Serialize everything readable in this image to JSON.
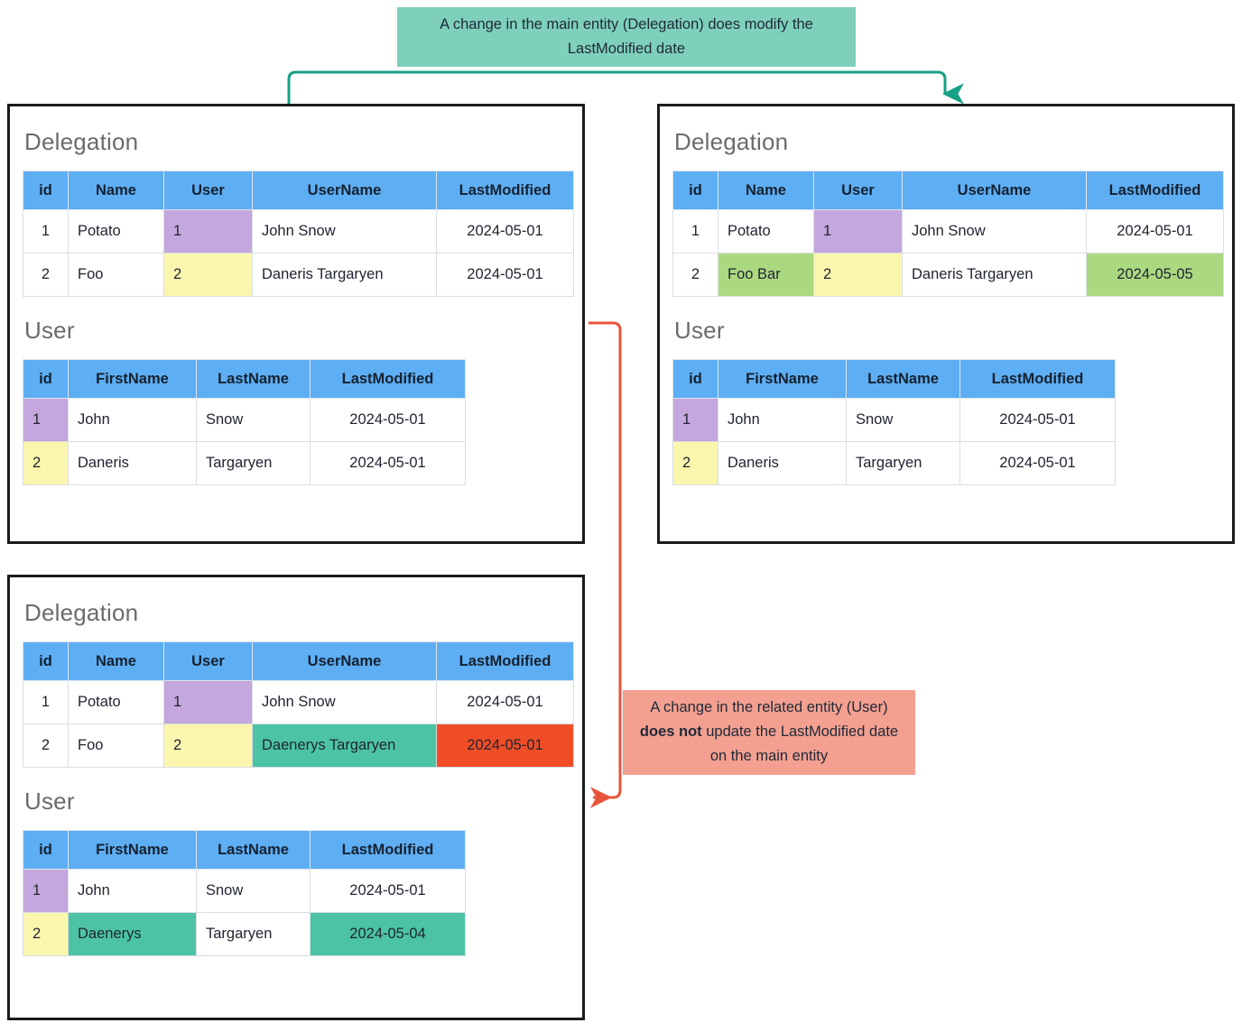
{
  "annotations": {
    "green_note_line1": "A change in the main entity (Delegation) does modify the",
    "green_note_line2": "LastModified date",
    "green_note_color": "#7ed0bb",
    "red_note_line1": "A change in the related entity (User)",
    "red_note_bold": "does not",
    "red_note_line2_rest": " update the LastModified",
    "red_note_line3": "date on the main entity",
    "red_note_color": "#f3a091"
  },
  "colors": {
    "header_blue": "#5eaef4",
    "purple": "#c4a7dc",
    "yellow": "#fbf6ae",
    "light_green": "#abd980",
    "teal": "#4cc4a3",
    "red": "#ef4d26",
    "arrow_green": "#16a085",
    "arrow_red": "#e8543a",
    "box_border": "#1b1b1b",
    "title_gray": "#6b6b6b"
  },
  "boxes": {
    "before": {
      "delegation": {
        "title": "Delegation",
        "headers": [
          "id",
          "Name",
          "User",
          "UserName",
          "LastModified"
        ],
        "rows": [
          [
            {
              "v": "1",
              "fill": "none",
              "align": "c"
            },
            {
              "v": "Potato",
              "fill": "none",
              "align": "l"
            },
            {
              "v": "1",
              "fill": "purple",
              "align": "l"
            },
            {
              "v": "John Snow",
              "fill": "none",
              "align": "l"
            },
            {
              "v": "2024-05-01",
              "fill": "none",
              "align": "c"
            }
          ],
          [
            {
              "v": "2",
              "fill": "none",
              "align": "c"
            },
            {
              "v": "Foo",
              "fill": "none",
              "align": "l"
            },
            {
              "v": "2",
              "fill": "yellow",
              "align": "l"
            },
            {
              "v": "Daneris Targaryen",
              "fill": "none",
              "align": "l"
            },
            {
              "v": "2024-05-01",
              "fill": "none",
              "align": "c"
            }
          ]
        ]
      },
      "user": {
        "title": "User",
        "headers": [
          "id",
          "FirstName",
          "LastName",
          "LastModified"
        ],
        "rows": [
          [
            {
              "v": "1",
              "fill": "purple",
              "align": "l"
            },
            {
              "v": "John",
              "fill": "none",
              "align": "l"
            },
            {
              "v": "Snow",
              "fill": "none",
              "align": "l"
            },
            {
              "v": "2024-05-01",
              "fill": "none",
              "align": "c"
            }
          ],
          [
            {
              "v": "2",
              "fill": "yellow",
              "align": "l"
            },
            {
              "v": "Daneris",
              "fill": "none",
              "align": "l"
            },
            {
              "v": "Targaryen",
              "fill": "none",
              "align": "l"
            },
            {
              "v": "2024-05-01",
              "fill": "none",
              "align": "c"
            }
          ]
        ]
      }
    },
    "after": {
      "delegation": {
        "title": "Delegation",
        "headers": [
          "id",
          "Name",
          "User",
          "UserName",
          "LastModified"
        ],
        "rows": [
          [
            {
              "v": "1",
              "fill": "none",
              "align": "c"
            },
            {
              "v": "Potato",
              "fill": "none",
              "align": "l"
            },
            {
              "v": "1",
              "fill": "purple",
              "align": "l"
            },
            {
              "v": "John Snow",
              "fill": "none",
              "align": "l"
            },
            {
              "v": "2024-05-01",
              "fill": "none",
              "align": "c"
            }
          ],
          [
            {
              "v": "2",
              "fill": "none",
              "align": "c"
            },
            {
              "v": "Foo Bar",
              "fill": "green",
              "align": "l"
            },
            {
              "v": "2",
              "fill": "yellow",
              "align": "l"
            },
            {
              "v": "Daneris Targaryen",
              "fill": "none",
              "align": "l"
            },
            {
              "v": "2024-05-05",
              "fill": "green",
              "align": "c"
            }
          ]
        ]
      },
      "user": {
        "title": "User",
        "headers": [
          "id",
          "FirstName",
          "LastName",
          "LastModified"
        ],
        "rows": [
          [
            {
              "v": "1",
              "fill": "purple",
              "align": "l"
            },
            {
              "v": "John",
              "fill": "none",
              "align": "l"
            },
            {
              "v": "Snow",
              "fill": "none",
              "align": "l"
            },
            {
              "v": "2024-05-01",
              "fill": "none",
              "align": "c"
            }
          ],
          [
            {
              "v": "2",
              "fill": "yellow",
              "align": "l"
            },
            {
              "v": "Daneris",
              "fill": "none",
              "align": "l"
            },
            {
              "v": "Targaryen",
              "fill": "none",
              "align": "l"
            },
            {
              "v": "2024-05-01",
              "fill": "none",
              "align": "c"
            }
          ]
        ]
      }
    },
    "related": {
      "delegation": {
        "title": "Delegation",
        "headers": [
          "id",
          "Name",
          "User",
          "UserName",
          "LastModified"
        ],
        "rows": [
          [
            {
              "v": "1",
              "fill": "none",
              "align": "c"
            },
            {
              "v": "Potato",
              "fill": "none",
              "align": "l"
            },
            {
              "v": "1",
              "fill": "purple",
              "align": "l"
            },
            {
              "v": "John Snow",
              "fill": "none",
              "align": "l"
            },
            {
              "v": "2024-05-01",
              "fill": "none",
              "align": "c"
            }
          ],
          [
            {
              "v": "2",
              "fill": "none",
              "align": "c"
            },
            {
              "v": "Foo",
              "fill": "none",
              "align": "l"
            },
            {
              "v": "2",
              "fill": "yellow",
              "align": "l"
            },
            {
              "v": "Daenerys Targaryen",
              "fill": "teal",
              "align": "l"
            },
            {
              "v": "2024-05-01",
              "fill": "red",
              "align": "c"
            }
          ]
        ]
      },
      "user": {
        "title": "User",
        "headers": [
          "id",
          "FirstName",
          "LastName",
          "LastModified"
        ],
        "rows": [
          [
            {
              "v": "1",
              "fill": "purple",
              "align": "l"
            },
            {
              "v": "John",
              "fill": "none",
              "align": "l"
            },
            {
              "v": "Snow",
              "fill": "none",
              "align": "l"
            },
            {
              "v": "2024-05-01",
              "fill": "none",
              "align": "c"
            }
          ],
          [
            {
              "v": "2",
              "fill": "yellow",
              "align": "l"
            },
            {
              "v": "Daenerys",
              "fill": "teal",
              "align": "l"
            },
            {
              "v": "Targaryen",
              "fill": "none",
              "align": "l"
            },
            {
              "v": "2024-05-04",
              "fill": "teal",
              "align": "c"
            }
          ]
        ]
      }
    }
  }
}
